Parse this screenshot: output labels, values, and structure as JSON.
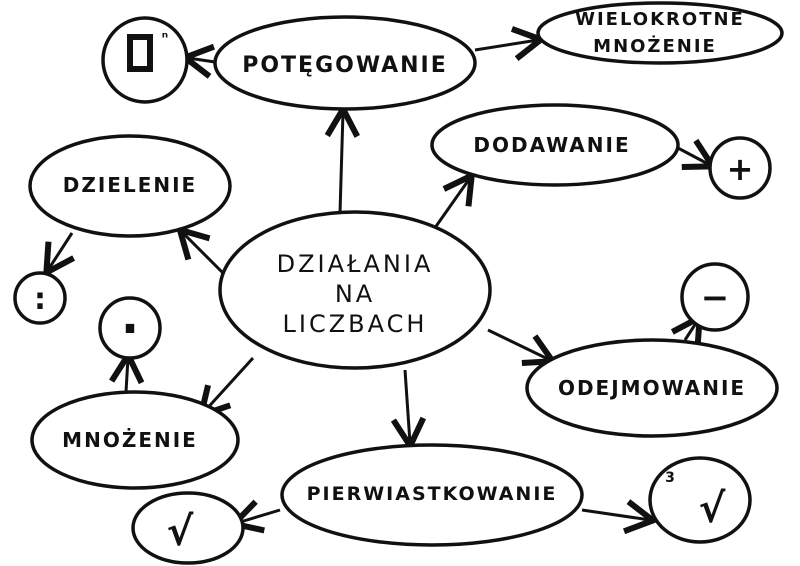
{
  "center": {
    "lines": [
      "DZIAŁANIA",
      "NA",
      "LICZBACH"
    ]
  },
  "nodes": {
    "potegowanie": "POTĘGOWANIE",
    "wielokrotne": [
      "WIELOKROTNE",
      "MNOŻENIE"
    ],
    "dodawanie": "DODAWANIE",
    "dzielenie": "DZIELENIE",
    "odejmowanie": "ODEJMOWANIE",
    "mnozenie": "MNOŻENIE",
    "pierwiastkowanie": "PIERWIASTKOWANIE"
  },
  "symbols": {
    "power_base": "□",
    "power_exp": "ⁿ",
    "plus": "+",
    "colon": ":",
    "minus": "−",
    "dot": "·",
    "sqrt": "√",
    "cbrt_index": "3",
    "cbrt": "√"
  }
}
